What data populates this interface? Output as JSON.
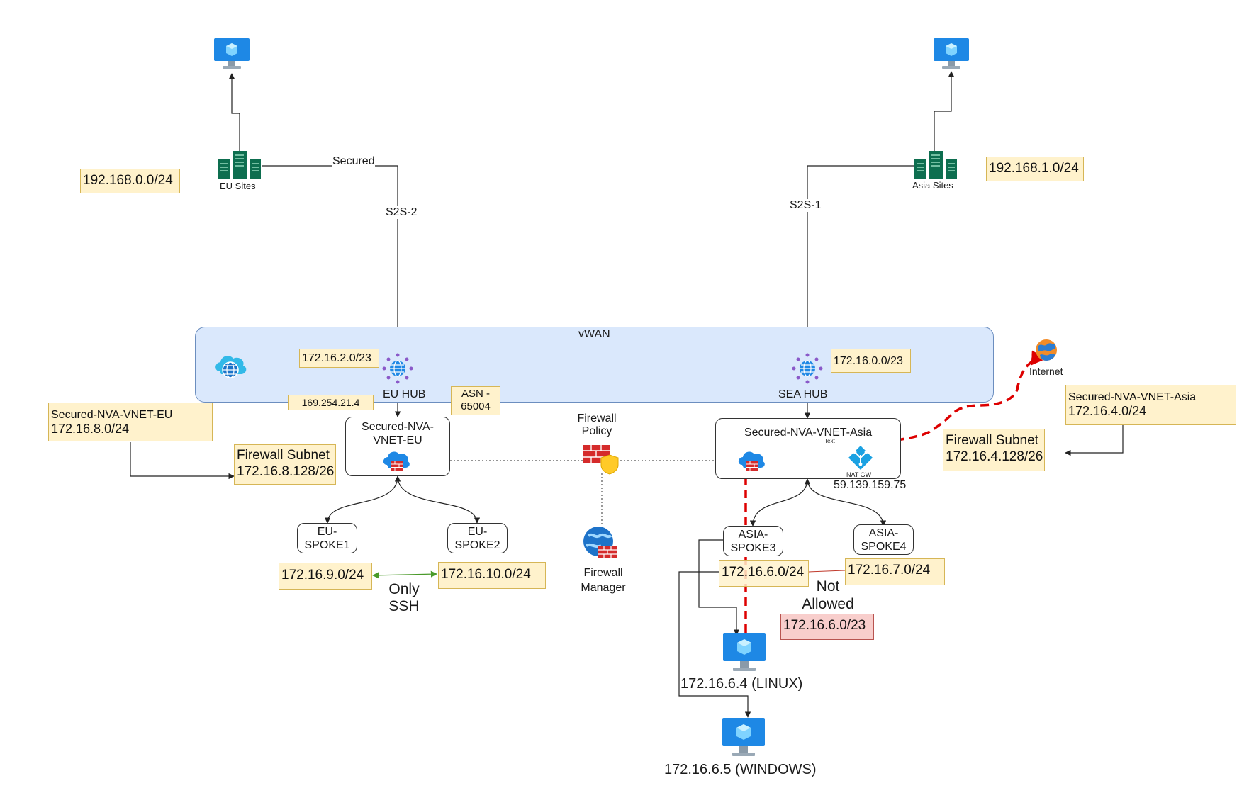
{
  "sites": {
    "eu_label": "EU Sites",
    "asia_label": "Asia Sites",
    "eu_prefix": "192.168.0.0/24",
    "asia_prefix": "192.168.1.0/24"
  },
  "links": {
    "secured": "Secured",
    "s2s_eu": "S2S-2",
    "s2s_asia": "S2S-1"
  },
  "vwan": {
    "title": "vWAN",
    "eu_hub_label": "EU HUB",
    "sea_hub_label": "SEA HUB",
    "eu_hub_prefix": "172.16.2.0/23",
    "sea_hub_prefix": "172.16.0.0/23",
    "bgp_ip": "169.254.21.4",
    "asn": "ASN - 65004"
  },
  "eu_vnet": {
    "note_name": "Secured-NVA-VNET-EU",
    "note_prefix": "172.16.8.0/24",
    "fw_subnet_name": "Firewall Subnet",
    "fw_subnet_prefix": "172.16.8.128/26",
    "box_label": "Secured-NVA-VNET-EU",
    "spoke1": "EU-SPOKE1",
    "spoke2": "EU-SPOKE2",
    "spoke1_prefix": "172.16.9.0/24",
    "spoke2_prefix": "172.16.10.0/24",
    "spoke_rule": "Only SSH"
  },
  "firewall": {
    "policy_label": "Firewall Policy",
    "manager_label": "Firewall Manager"
  },
  "asia_vnet": {
    "box_label": "Secured-NVA-VNET-Asia",
    "text_tag": "Text",
    "natgw_label": "NAT GW",
    "natgw_ip": "59.139.159.75",
    "note_name": "Secured-NVA-VNET-Asia",
    "note_prefix": "172.16.4.0/24",
    "fw_subnet_name": "Firewall Subnet",
    "fw_subnet_prefix": "172.16.4.128/26",
    "spoke3": "ASIA-SPOKE3",
    "spoke4": "ASIA-SPOKE4",
    "spoke3_prefix": "172.16.6.0/24",
    "spoke4_prefix": "172.16.7.0/24",
    "not_allowed": "Not Allowed",
    "blocked_prefix": "172.16.6.0/23",
    "linux_vm": "172.16.6.4 (LINUX)",
    "windows_vm": "172.16.6.5 (WINDOWS)"
  },
  "internet": {
    "label": "Internet"
  },
  "colors": {
    "note_fill": "#fff2cc",
    "note_border": "#d6b656",
    "alert_fill": "#f8cecc",
    "vwan_fill": "#dae8fc",
    "egress_path": "#dd0000",
    "allowed_link": "#4a9a2a"
  }
}
